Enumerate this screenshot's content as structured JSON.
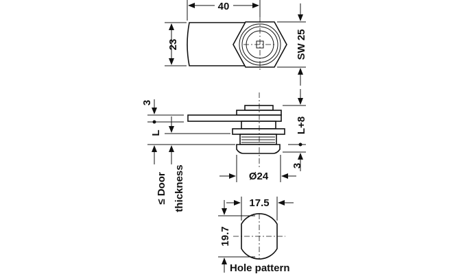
{
  "top_view": {
    "width_label": "40",
    "height_label": "23",
    "hex_label": "SW 25"
  },
  "side_view": {
    "cam_offset_label": "3",
    "length_label": "L",
    "overall_label": "L+8",
    "bezel_label": "3",
    "diameter_label": "Ø24",
    "door_label_line1": "≤ Door",
    "door_label_line2": "thickness"
  },
  "hole_pattern": {
    "width_label": "17.5",
    "height_label": "19.7",
    "title": "Hole pattern"
  }
}
